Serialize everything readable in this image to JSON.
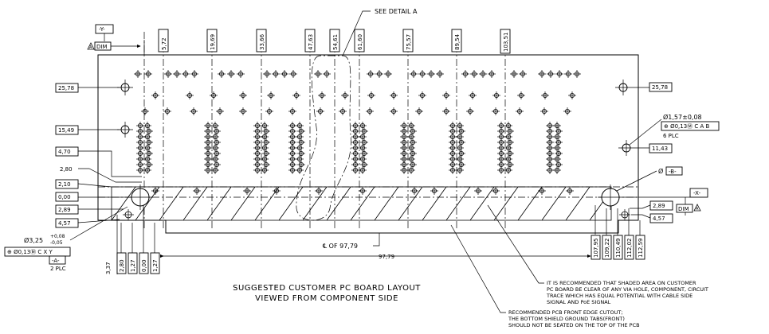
{
  "datum_y": "-Y-",
  "datum_x": "-X-",
  "datum_a": "-A-",
  "datum_b": "-B-",
  "dim_flag_left": "DIM",
  "dim_flag_right": "DIM",
  "see_detail": "SEE DETAIL  A",
  "top_dims": [
    "5,72",
    "19,69",
    "33,66",
    "47,63",
    "54,61",
    "61,60",
    "75,57",
    "89,54",
    "103,51"
  ],
  "left_dims": {
    "d1": "25,78",
    "d2": "15,49",
    "d3": "4,70",
    "d4": "2,80",
    "d5": "2,10",
    "d6": "0,00",
    "d7": "2,89",
    "d8": "4,57"
  },
  "right_dims": {
    "d1": "25,78",
    "d2": "11,43",
    "d3": "2,89",
    "d4": "4,57"
  },
  "hole_callout": {
    "dia": "Ø1,57±0,08",
    "frame": "⊕ Ø0,13Ⓜ C A B",
    "plc": "6 PLC"
  },
  "b_dia": "Ø",
  "left_callout": {
    "dia": "Ø3,25",
    "tol_plus": "+0,08",
    "tol_minus": "-0,05",
    "frame": "⊕ Ø0,13Ⓜ C X Y",
    "plc": "2 PLC"
  },
  "bottom_left_dims": [
    "3,37",
    "2,80",
    "1,27",
    "0,00",
    "1,27"
  ],
  "bottom_right_dims": [
    "107,95",
    "109,22",
    "110,49",
    "112,02",
    "112,59"
  ],
  "center_note": "℄ OF 97,79",
  "overall_dim": "97,79",
  "title": [
    "SUGGESTED CUSTOMER PC BOARD LAYOUT",
    "VIEWED FROM COMPONENT SIDE"
  ],
  "note_shaded": [
    "IT IS RECOMMENDED THAT SHADED AREA ON CUSTOMER",
    "PC BOARD BE CLEAR OF ANY VIA HOLE, COMPONENT, CIRCUIT",
    "TRACE WHICH HAS EQUAL POTENTIAL WITH CABLE SIDE",
    "SIGNAL AND PoE SIGNAL"
  ],
  "note_cutout": [
    "RECOMMENDED PCB FRONT EDGE CUTOUT;",
    "THE BOTTOM SHIELD GROUND TABS(FRONT)",
    "SHOULD NOT BE SEATED ON THE TOP OF THE PCB"
  ]
}
